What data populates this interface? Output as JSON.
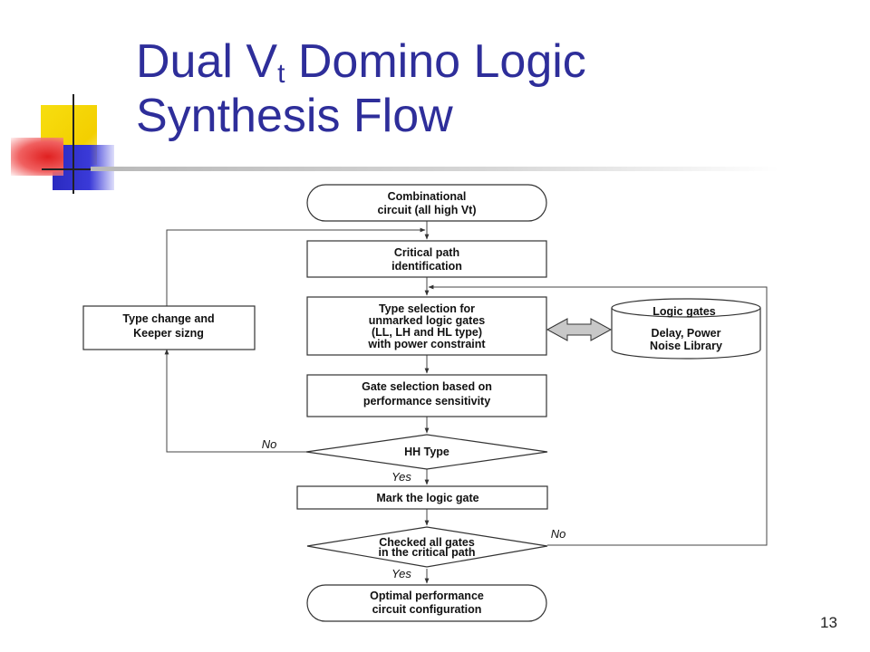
{
  "slide": {
    "title_part1": "Dual V",
    "title_sub": "t",
    "title_part2": " Domino Logic",
    "title_line2": "Synthesis Flow",
    "slide_number": "13"
  },
  "flow": {
    "start": [
      "Combinational",
      "circuit (all high Vt)"
    ],
    "critical_path": [
      "Critical path",
      "identification"
    ],
    "type_selection": [
      "Type selection for",
      "unmarked logic gates",
      "(LL, LH and HL type)",
      "with power constraint"
    ],
    "library": {
      "title": "Logic gates",
      "lines": [
        "Delay, Power",
        "Noise Library"
      ]
    },
    "gate_selection": [
      "Gate selection based on",
      "performance sensitivity"
    ],
    "decision_hh": "HH Type",
    "mark_gate": "Mark the logic gate",
    "decision_checked": [
      "Checked all gates",
      "in the critical path"
    ],
    "end": [
      "Optimal performance",
      "circuit configuration"
    ],
    "type_change": [
      "Type change and",
      "Keeper sizng"
    ],
    "labels": {
      "no_hh": "No",
      "yes_hh": "Yes",
      "no_checked": "No",
      "yes_checked": "Yes"
    }
  },
  "colors": {
    "title": "#2e2e9a",
    "deco_yellow": "#f5d600",
    "deco_blue": "#2d2dc8",
    "deco_red": "#e83030",
    "arrow_fill": "#c8c8c8"
  }
}
